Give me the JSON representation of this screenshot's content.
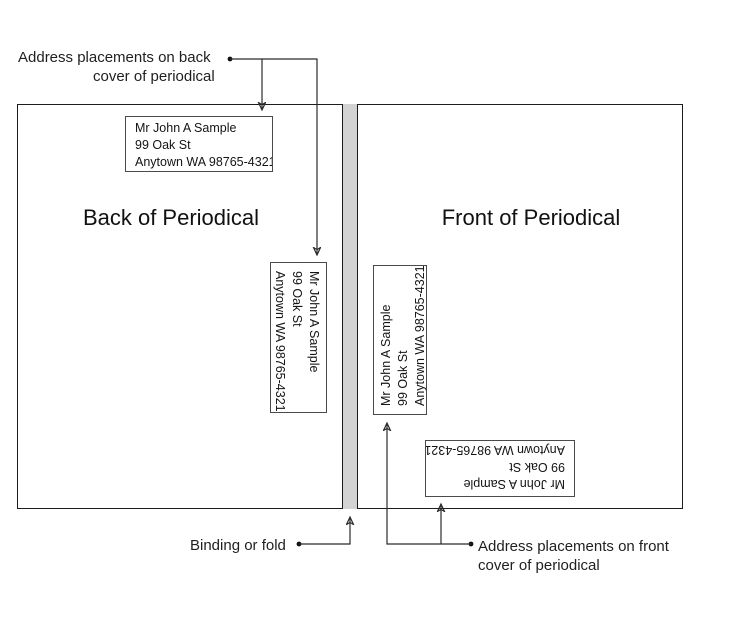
{
  "page": {
    "background_color": "#ffffff"
  },
  "diagram": {
    "back_panel_title": "Back of Periodical",
    "front_panel_title": "Front of Periodical",
    "binding_fill_color": "#d3d3d3"
  },
  "address_label": {
    "line1": "Mr John A Sample",
    "line2": "99 Oak St",
    "line3": "Anytown WA 98765-4321"
  },
  "annotations": {
    "back_cover": {
      "line1": "Address placements on back",
      "line2": "cover of periodical"
    },
    "binding": {
      "text": "Binding or fold"
    },
    "front_cover": {
      "line1": "Address placements on front",
      "line2": "cover of periodical"
    }
  }
}
